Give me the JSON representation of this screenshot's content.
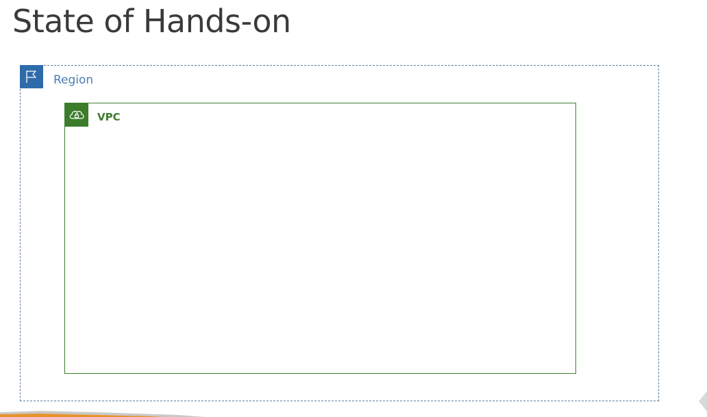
{
  "slide": {
    "title": "State of Hands-on"
  },
  "region": {
    "label": "Region",
    "icon": "flag-icon",
    "border_color": "#5a7aa0",
    "icon_bg": "#2e6bab",
    "label_color": "#4a7db4"
  },
  "vpc": {
    "label": "VPC",
    "icon": "cloud-lock-icon",
    "color": "#3c7d2c"
  },
  "decor": {
    "accent_colors": [
      "#e8942a",
      "#b9b9b9"
    ]
  }
}
